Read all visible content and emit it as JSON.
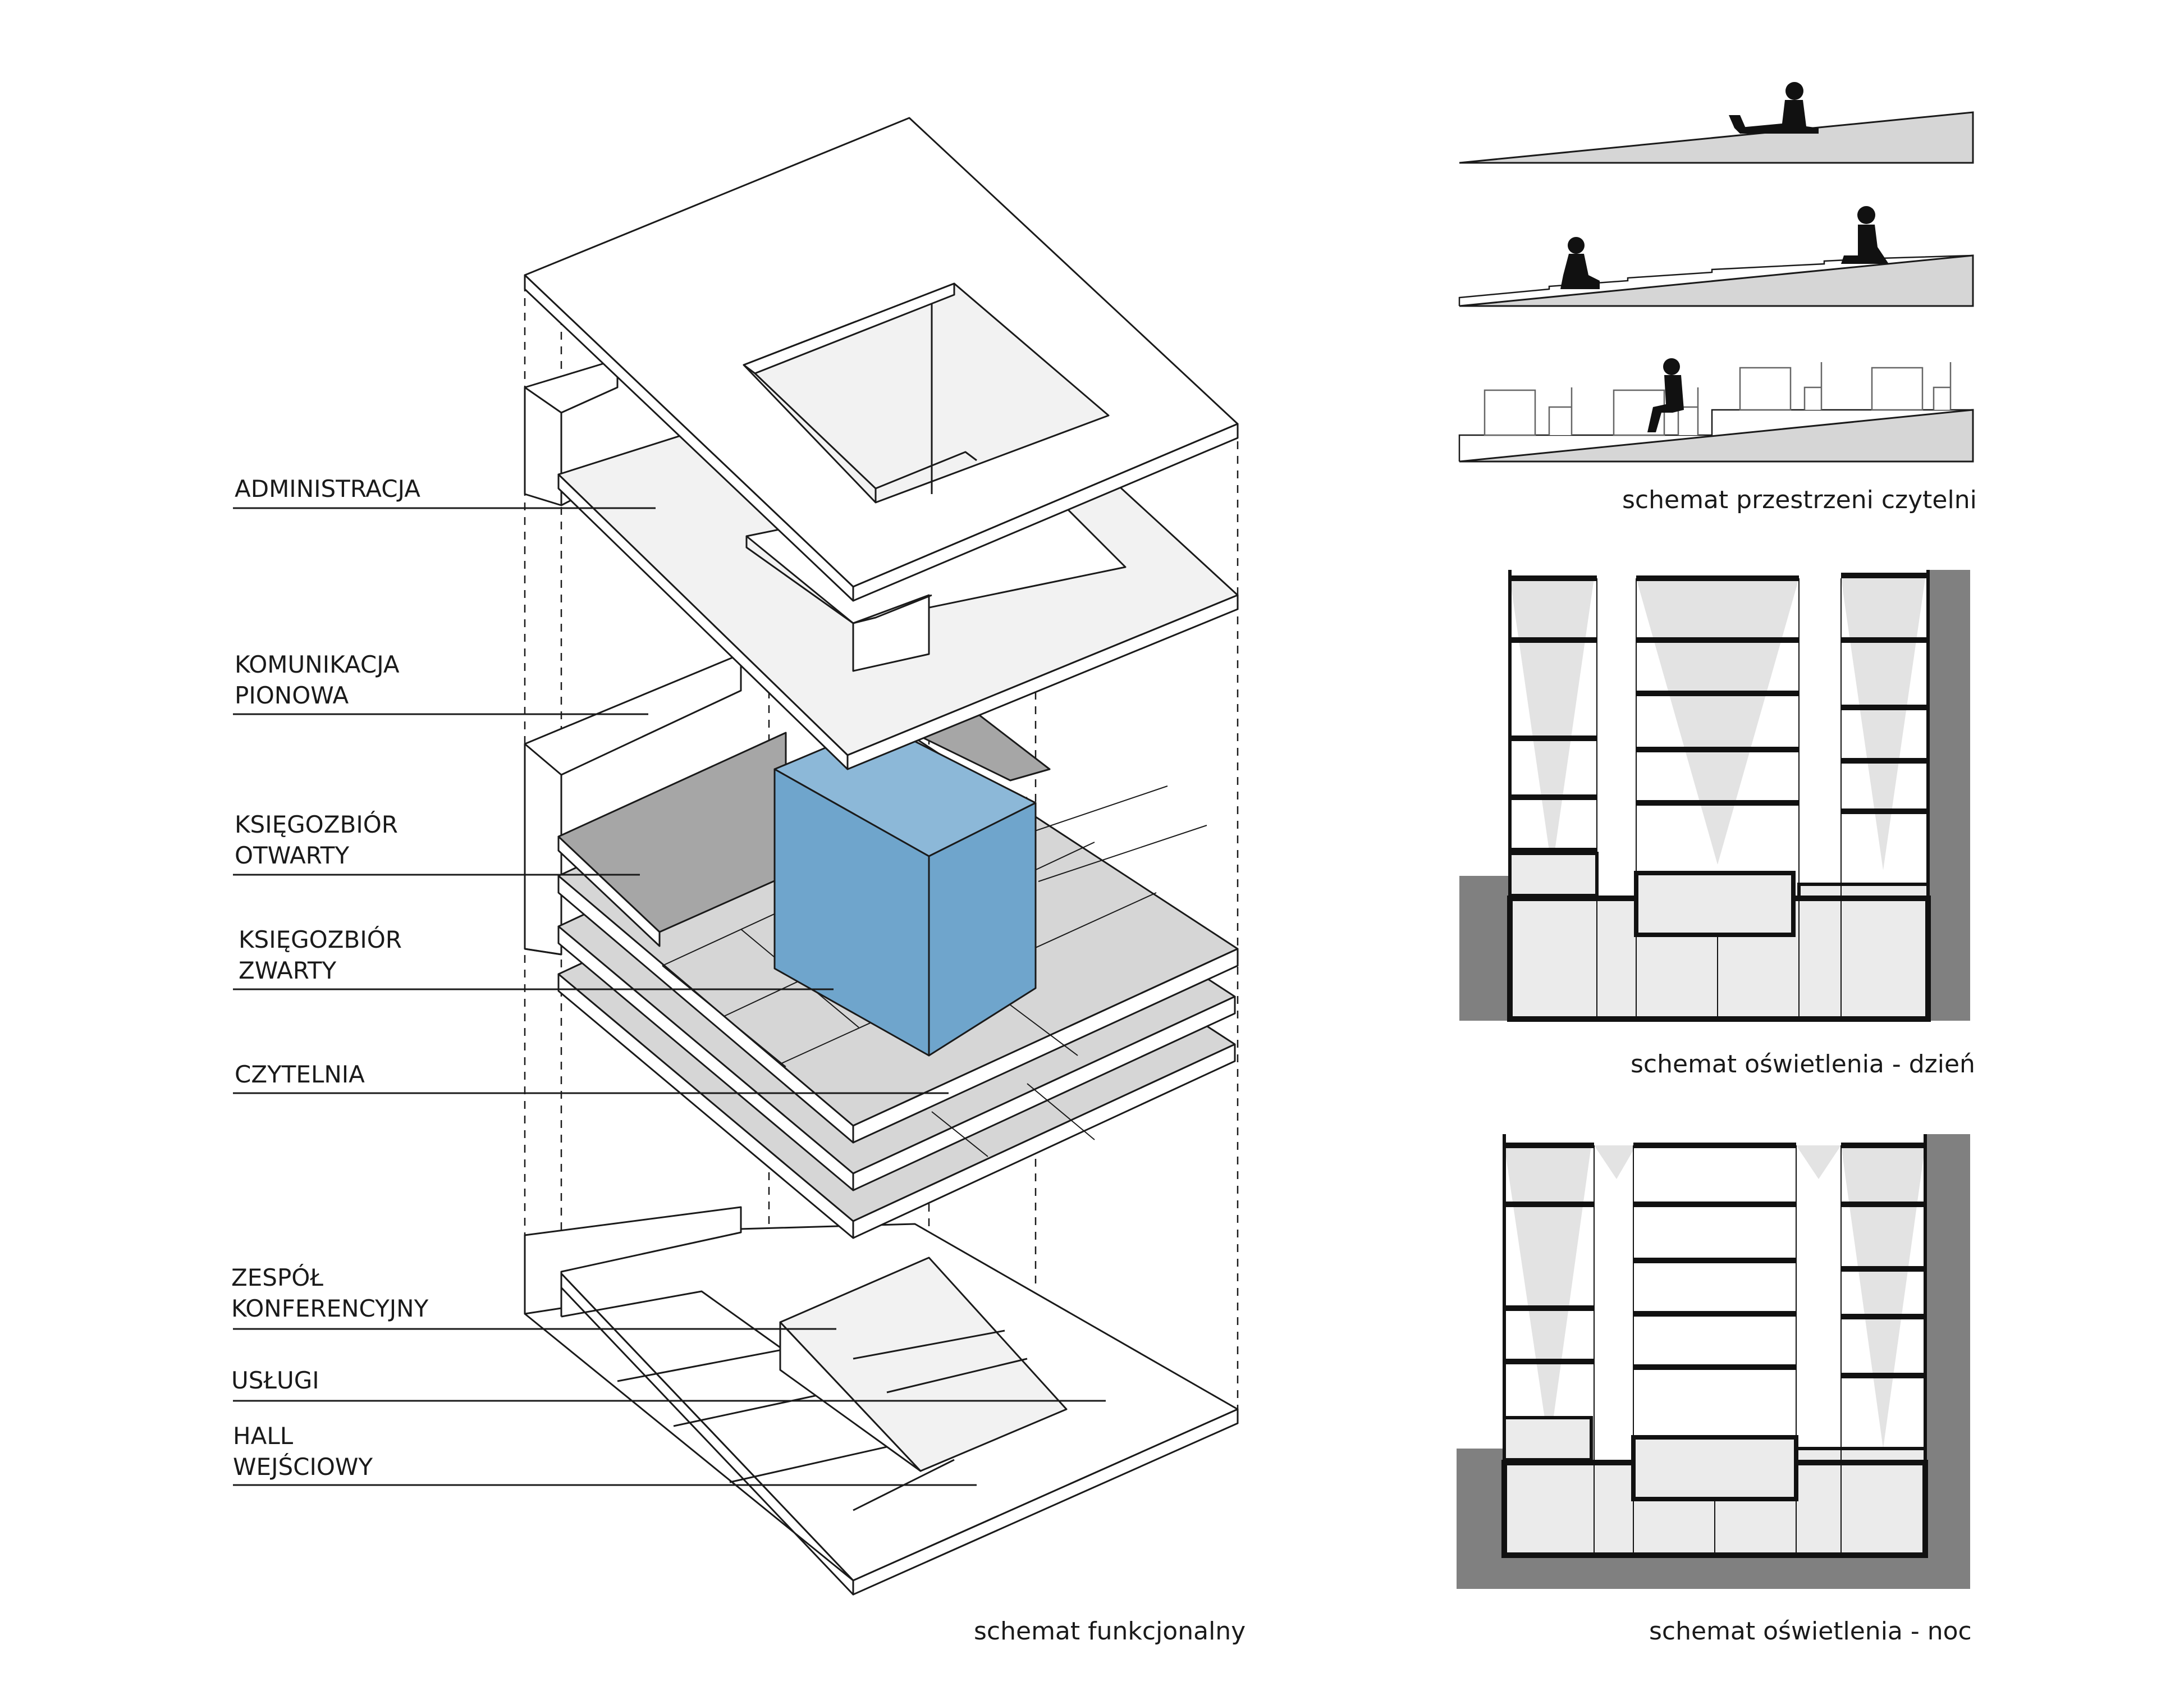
{
  "labels": {
    "administracja": [
      "ADMINISTRACJA"
    ],
    "komunikacja": [
      "KOMUNIKACJA",
      "PIONOWA"
    ],
    "ksiegozbior_otwarty": [
      "KSIĘGOZBIÓR",
      "OTWARTY"
    ],
    "ksiegozbior_zwarty": [
      "KSIĘGOZBIÓR",
      "ZWARTY"
    ],
    "czytelnia": [
      "CZYTELNIA"
    ],
    "zespol": [
      "ZESPÓŁ",
      "KONFERENCYJNY"
    ],
    "uslugi": [
      "USŁUGI"
    ],
    "hall": [
      "HALL",
      "WEJŚCIOWY"
    ]
  },
  "captions": {
    "functional": "schemat funkcjonalny",
    "reading_space": "schemat przestrzeni czytelni",
    "lighting_day": "schemat oświetlenia - dzień",
    "lighting_night": "schemat oświetlenia - noc"
  },
  "colors": {
    "core_blue": "#6fa5cc",
    "core_blue_dark": "#5a8fb8",
    "slab_light": "#f2f2f2",
    "slab_mid": "#d6d6d6",
    "slab_dark": "#a6a6a6",
    "ground": "#808080",
    "line": "#1a1a1a"
  }
}
